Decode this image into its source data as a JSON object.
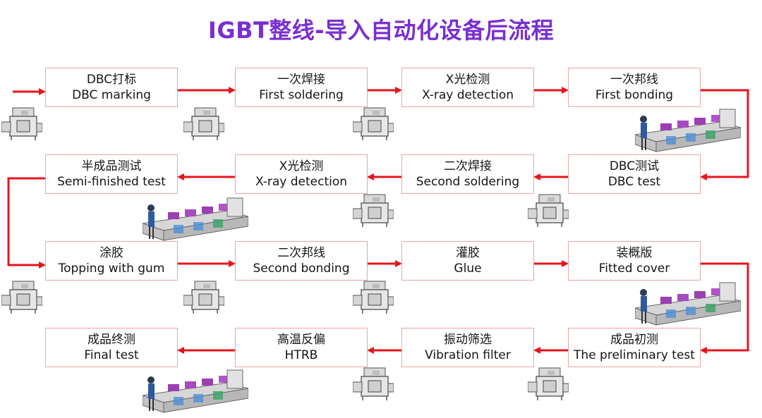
{
  "title": "IGBT整线-导入自动化设备后流程",
  "steps": [
    {
      "cn": "DBC打标",
      "en": "DBC marking",
      "equip": "machine"
    },
    {
      "cn": "一次焊接",
      "en": "First soldering",
      "equip": "machine"
    },
    {
      "cn": "X光检测",
      "en": "X-ray detection",
      "equip": "machine"
    },
    {
      "cn": "一次邦线",
      "en": "First bonding",
      "equip": "line"
    },
    {
      "cn": "DBC测试",
      "en": "DBC test",
      "equip": "machine"
    },
    {
      "cn": "二次焊接",
      "en": "Second soldering",
      "equip": "machine"
    },
    {
      "cn": "X光检测",
      "en": "X-ray detection",
      "equip": "line"
    },
    {
      "cn": "半成品测试",
      "en": "Semi-finished test",
      "equip": "none"
    },
    {
      "cn": "涂胶",
      "en": "Topping with gum",
      "equip": "machine"
    },
    {
      "cn": "二次邦线",
      "en": "Second bonding",
      "equip": "machine"
    },
    {
      "cn": "灌胶",
      "en": "Glue",
      "equip": "machine"
    },
    {
      "cn": "装概版",
      "en": "Fitted cover",
      "equip": "line"
    },
    {
      "cn": "成品初测",
      "en": "The preliminary test",
      "equip": "machine"
    },
    {
      "cn": "振动筛选",
      "en": "Vibration filter",
      "equip": "machine"
    },
    {
      "cn": "高温反偏",
      "en": "HTRB",
      "equip": "line"
    },
    {
      "cn": "成品终测",
      "en": "Final test",
      "equip": "none"
    }
  ],
  "colors": {
    "title": "#7a2fd0",
    "arrow": "#e8141c",
    "box_border": "#e7a6a6"
  }
}
